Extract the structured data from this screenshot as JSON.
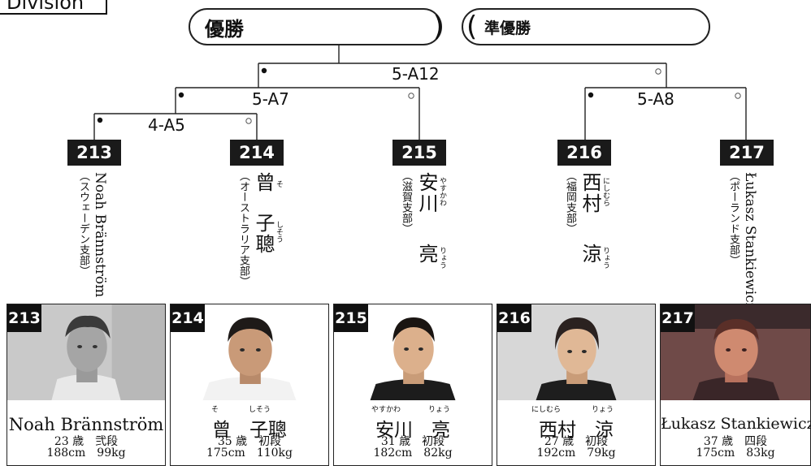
{
  "division": {
    "label": "Division"
  },
  "final": {
    "winner_label": "優勝",
    "runnerup_label": "準優勝"
  },
  "matches": {
    "m1": "4-A5",
    "m2": "5-A7",
    "m3": "5-A8",
    "m4": "5-A12"
  },
  "bracket_players": [
    {
      "num": "213",
      "name": "Noah Brännström",
      "org": "（スウェーデン支部）"
    },
    {
      "num": "214",
      "name": "曾 子聰",
      "org": "（オーストラリア支部）",
      "ruby_sur": "そ",
      "ruby_given": "しそう"
    },
    {
      "num": "215",
      "name": "安川 亮",
      "org": "（滋賀支部）",
      "ruby_sur": "やすかわ",
      "ruby_given": "りょう"
    },
    {
      "num": "216",
      "name": "西村 涼",
      "org": "（福岡支部）",
      "ruby_sur": "にしむら",
      "ruby_given": "りょう"
    },
    {
      "num": "217",
      "name": "Łukasz Stankiewicz",
      "org": "（ポーランド支部）"
    }
  ],
  "cards": [
    {
      "num": "213",
      "name": "Noah Brännström",
      "age": "23 歳",
      "rank": "弐段",
      "height": "188cm",
      "weight": "99kg"
    },
    {
      "num": "214",
      "name": "曾　子聰",
      "ruby_sur": "そ",
      "ruby_given": "しそう",
      "age": "35 歳",
      "rank": "初段",
      "height": "175cm",
      "weight": "110kg"
    },
    {
      "num": "215",
      "name": "安川　亮",
      "ruby_sur": "やすかわ",
      "ruby_given": "りょう",
      "age": "31 歳",
      "rank": "初段",
      "height": "182cm",
      "weight": "82kg"
    },
    {
      "num": "216",
      "name": "西村　涼",
      "ruby_sur": "にしむら",
      "ruby_given": "りょう",
      "age": "27 歳",
      "rank": "初段",
      "height": "192cm",
      "weight": "79kg"
    },
    {
      "num": "217",
      "name": "Łukasz Stankiewicz",
      "age": "37 歳",
      "rank": "四段",
      "height": "175cm",
      "weight": "83kg"
    }
  ]
}
